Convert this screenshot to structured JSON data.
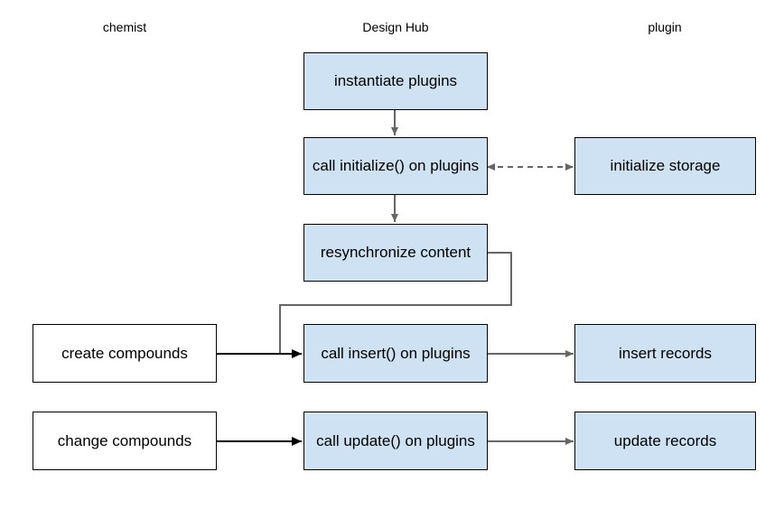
{
  "lanes": {
    "chemist": "chemist",
    "hub": "Design Hub",
    "plugin": "plugin"
  },
  "nodes": {
    "instantiate": "instantiate plugins",
    "initialize": "call initialize() on plugins",
    "init_storage": "initialize storage",
    "resync": "resynchronize content",
    "create": "create compounds",
    "insert": "call insert() on plugins",
    "insert_records": "insert records",
    "change": "change compounds",
    "update": "call update() on plugins",
    "update_records": "update records"
  },
  "colors": {
    "box_fill": "#cfe2f3",
    "border": "#000000",
    "connector": "#666666"
  }
}
